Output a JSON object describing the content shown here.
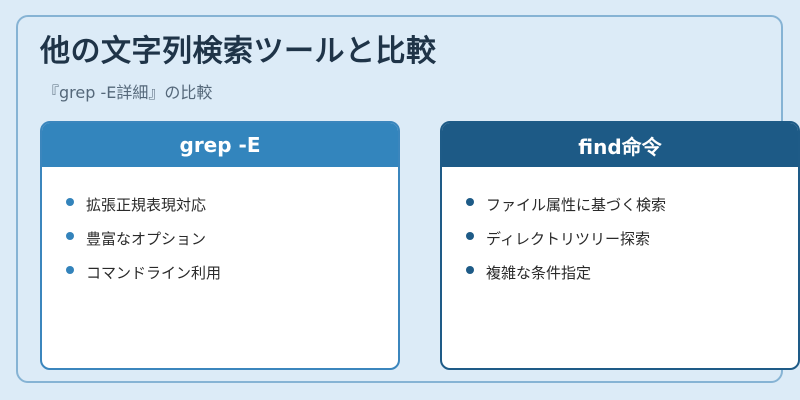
{
  "title": "他の文字列検索ツールと比較",
  "subtitle": "『grep -E詳細』の比較",
  "colors": {
    "background": "#dcebf7",
    "grep_accent": "#3385bd",
    "find_accent": "#1d5a86",
    "title_text": "#1f3448"
  },
  "cards": [
    {
      "header": "grep -E",
      "items": [
        "拡張正規表現対応",
        "豊富なオプション",
        "コマンドライン利用"
      ]
    },
    {
      "header": "find命令",
      "items": [
        "ファイル属性に基づく検索",
        "ディレクトリツリー探索",
        "複雑な条件指定"
      ]
    }
  ]
}
